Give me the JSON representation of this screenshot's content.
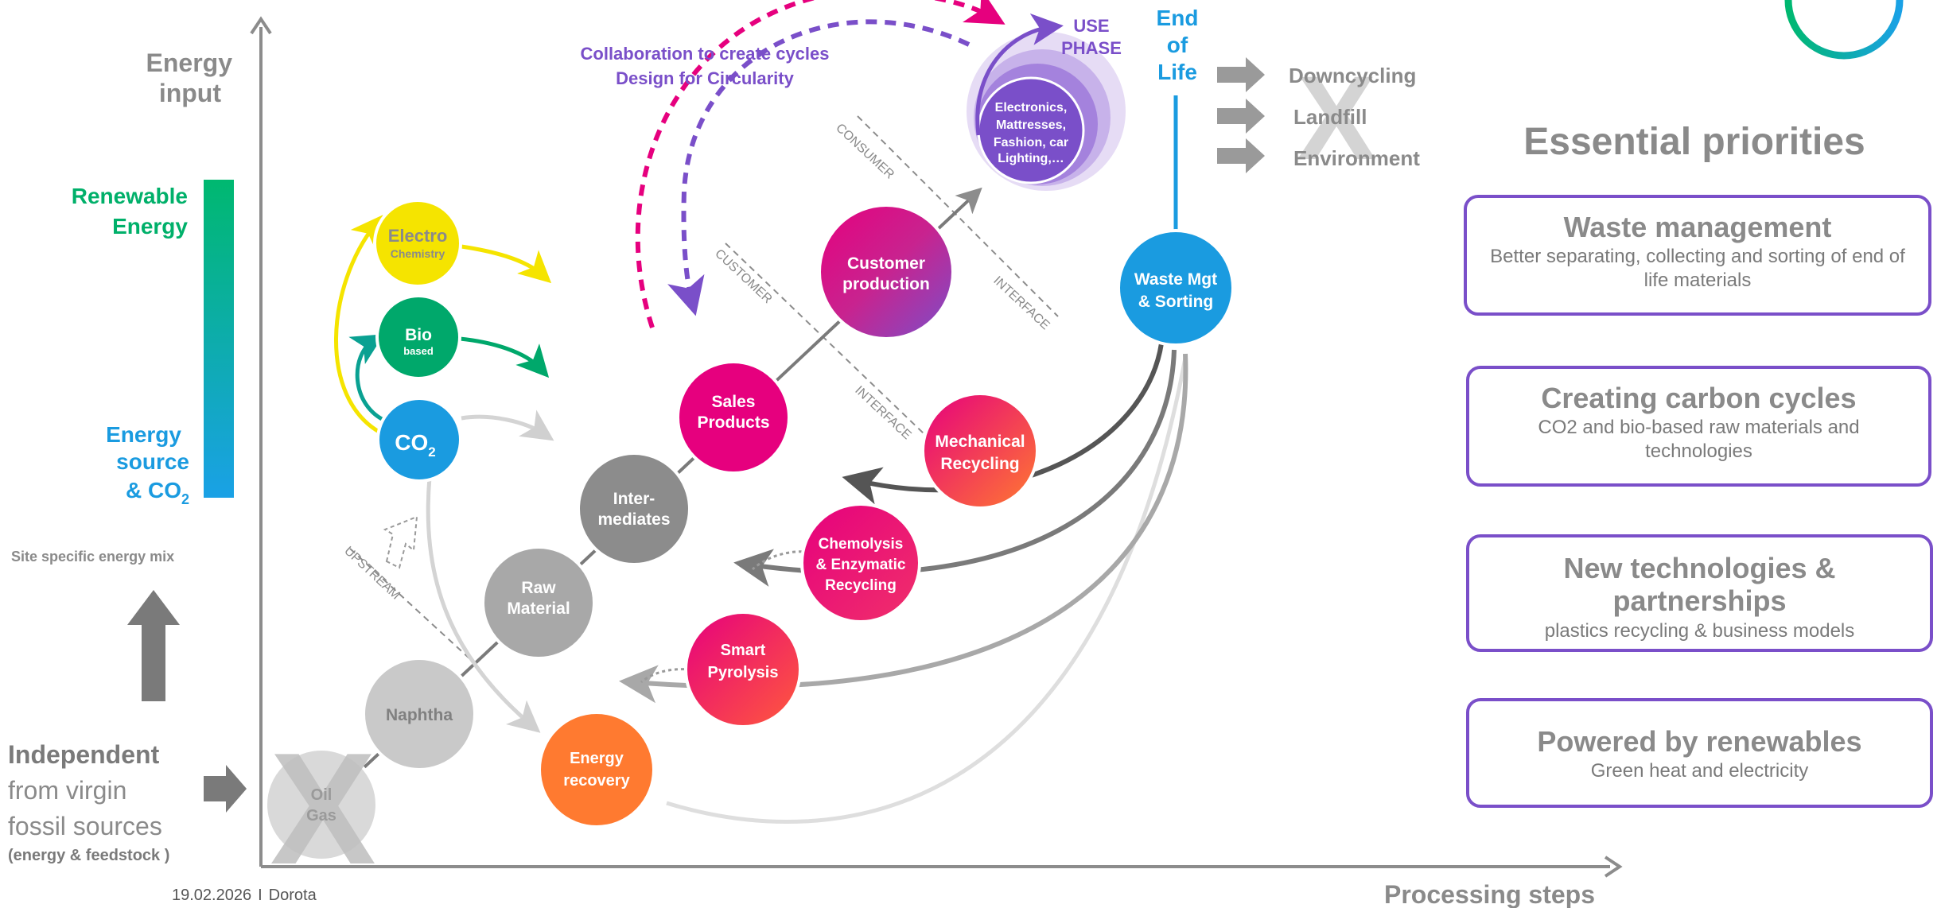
{
  "axes": {
    "y_label_line1": "Energy",
    "y_label_line2": "input",
    "x_label": "Processing steps"
  },
  "energy_bar": {
    "top_line1": "Renewable",
    "top_line2": "Energy",
    "bottom_line1": "Energy",
    "bottom_line2": "source",
    "bottom_line3": "& CO",
    "bottom_sub": "2",
    "site_mix": "Site specific energy mix",
    "gradient_top": "#00b870",
    "gradient_bottom": "#1aa1e6"
  },
  "independent": {
    "line1": "Independent",
    "line2": "from virgin",
    "line3": "fossil sources",
    "line4": "(energy & feedstock )"
  },
  "footer": {
    "date": "19.02.2026",
    "sep": "I",
    "author": "Dorota"
  },
  "collaboration": {
    "line1": "Collaboration to create cycles",
    "line2": "Design for Circularity"
  },
  "nodes": {
    "oil_gas_1": "Oil",
    "oil_gas_2": "Gas",
    "naphtha": "Naphtha",
    "raw_1": "Raw",
    "raw_2": "Material",
    "inter_1": "Inter-",
    "inter_2": "mediates",
    "sales_1": "Sales",
    "sales_2": "Products",
    "customer_1": "Customer",
    "customer_2": "production",
    "use_1": "Electronics,",
    "use_2": "Mattresses,",
    "use_3": "Fashion, car",
    "use_4": "Lighting,…",
    "use_phase_1": "USE",
    "use_phase_2": "PHASE",
    "eol_1": "End",
    "eol_2": "of",
    "eol_3": "Life",
    "waste_1": "Waste Mgt",
    "waste_2": "& Sorting",
    "mech_1": "Mechanical",
    "mech_2": "Recycling",
    "chemo_1": "Chemolysis",
    "chemo_2": "& Enzymatic",
    "chemo_3": "Recycling",
    "pyro_1": "Smart",
    "pyro_2": "Pyrolysis",
    "energy_rec_1": "Energy",
    "energy_rec_2": "recovery",
    "electro_1": "Electro",
    "electro_2": "Chemistry",
    "bio_1": "Bio",
    "bio_2": "based",
    "co2_main": "CO",
    "co2_sub": "2"
  },
  "interfaces": {
    "upstream": "UPSTREAM",
    "customer": "CUSTOMER",
    "interface_a": "INTERFACE",
    "consumer": "CONSUMER",
    "interface_b": "INTERFACE"
  },
  "outcomes": {
    "downcycling": "Downcycling",
    "landfill": "Landfill",
    "environment": "Environment"
  },
  "priorities": {
    "title": "Essential priorities",
    "cards": [
      {
        "title": "Waste management",
        "sub": "Better separating, collecting and sorting of end of life materials"
      },
      {
        "title": "Creating carbon cycles",
        "sub": "CO2 and bio-based raw materials and technologies"
      },
      {
        "title": "New technologies & partnerships",
        "sub": "plastics recycling & business models"
      },
      {
        "title": "Powered by renewables",
        "sub": "Green heat and electricity"
      }
    ]
  },
  "colors": {
    "purple": "#7a4fc9",
    "magenta": "#e6007e",
    "orange": "#ff7a30",
    "blue": "#1a9be0",
    "green": "#00a86b",
    "yellow": "#f5e400",
    "grey": "#8c8c8c"
  }
}
